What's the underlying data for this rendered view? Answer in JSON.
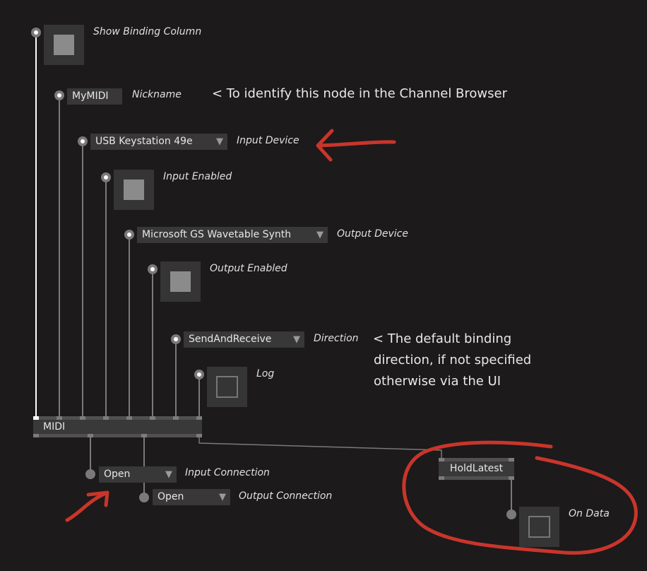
{
  "inputs": {
    "show_binding_column": {
      "label": "Show Binding Column",
      "checked": true
    },
    "nickname": {
      "value": "MyMIDI",
      "label": "Nickname"
    },
    "input_device": {
      "value": "USB Keystation 49e",
      "label": "Input Device"
    },
    "input_enabled": {
      "label": "Input Enabled",
      "checked": true
    },
    "output_device": {
      "value": "Microsoft GS Wavetable Synth",
      "label": "Output Device"
    },
    "output_enabled": {
      "label": "Output Enabled",
      "checked": true
    },
    "direction": {
      "value": "SendAndReceive",
      "label": "Direction"
    },
    "log": {
      "label": "Log",
      "checked": false
    }
  },
  "node": {
    "title": "MIDI"
  },
  "outputs": {
    "input_connection": {
      "value": "Open",
      "label": "Input Connection"
    },
    "output_connection": {
      "value": "Open",
      "label": "Output Connection"
    }
  },
  "hold_latest": {
    "title": "HoldLatest",
    "on_data": {
      "label": "On Data",
      "checked": false
    }
  },
  "annotations": {
    "nickname_note": "< To identify this node in the Channel Browser",
    "direction_note": [
      "< The default binding",
      "direction, if not specified",
      "otherwise via the UI"
    ]
  },
  "icons": {
    "dropdown": "▼"
  },
  "colors": {
    "annotation_red": "#c9352b",
    "background": "#1c1a1b"
  }
}
